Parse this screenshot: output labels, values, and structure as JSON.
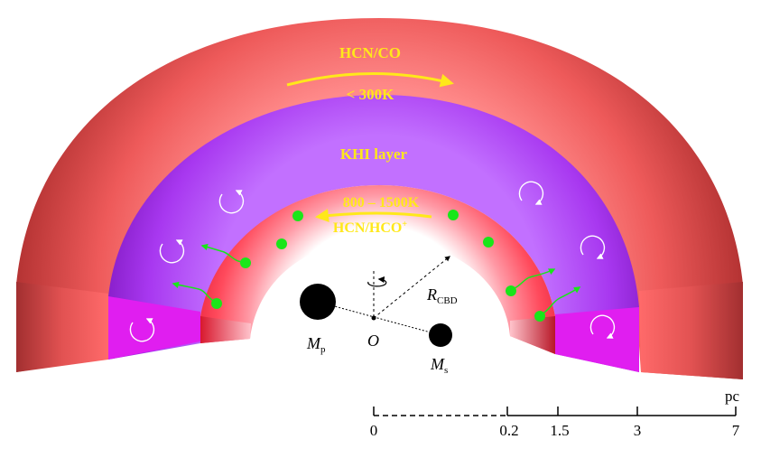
{
  "outer_torus": {
    "line1": "HCN/CO",
    "line2": "< 300K"
  },
  "khi": {
    "label": "KHI layer"
  },
  "inner_ring": {
    "temp": "800 – 1500K",
    "molecule": "HCN/HCO",
    "molecule_sup": "+"
  },
  "labels": {
    "primary": "M",
    "primary_sub": "p",
    "secondary": "M",
    "secondary_sub": "s",
    "origin": "O",
    "radius": "R",
    "radius_sub": "CBD"
  },
  "scale": {
    "unit": "pc",
    "ticks": [
      "0",
      "0.2",
      "1.5",
      "3",
      "7"
    ]
  },
  "colors": {
    "outer_torus": "#e0504f",
    "khi_layer": "#a835f0",
    "inner_ring": "#ff4a5c",
    "wedge_magenta": "#e01ef0",
    "clumps": "#19e619",
    "text_highlight": "#ffe81a"
  },
  "icons": [
    "rotation-arrow-icon",
    "clump-icon",
    "outflow-arrow-icon"
  ]
}
